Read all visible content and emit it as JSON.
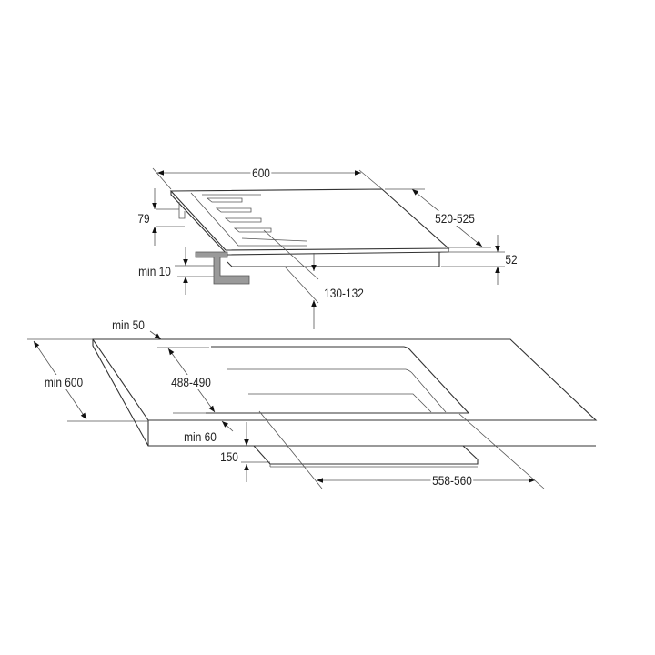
{
  "hob": {
    "width": "600",
    "depth": "520-525",
    "height": "52",
    "burner_height": "79",
    "bracket_min": "min 10",
    "front_offset": "130-132"
  },
  "worktop": {
    "back_min": "min 50",
    "depth_min": "min 600",
    "cutout_depth": "488-490",
    "front_min": "min 60",
    "gap_below": "150",
    "cutout_width": "558-560"
  },
  "colors": {
    "line": "#333333",
    "bracket": "#9a9a9a"
  }
}
